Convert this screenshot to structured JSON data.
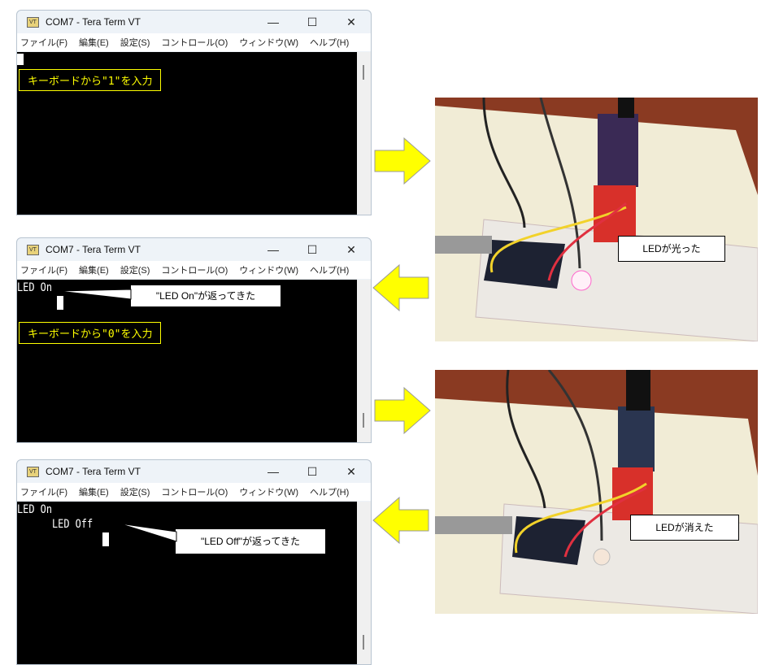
{
  "window": {
    "title": "COM7 - Tera Term VT",
    "icon_label": "VT",
    "buttons": {
      "minimize": "—",
      "maximize": "☐",
      "close": "✕"
    },
    "menu": [
      "ファイル(F)",
      "編集(E)",
      "設定(S)",
      "コントロール(O)",
      "ウィンドウ(W)",
      "ヘルプ(H)"
    ]
  },
  "panels": [
    {
      "lines": [],
      "note": "キーボードから\"1\"を入力"
    },
    {
      "lines": [
        "LED On"
      ],
      "note": "キーボードから\"0\"を入力",
      "callout": "\"LED On\"が返ってきた"
    },
    {
      "lines": [
        "LED On",
        "      LED Off"
      ],
      "callout": "\"LED Off\"が返ってきた"
    }
  ],
  "photos": [
    {
      "callout": "LEDが光った",
      "led_on": true
    },
    {
      "callout": "LEDが消えた",
      "led_on": false
    }
  ],
  "colors": {
    "arrow": "#ffff00",
    "note": "#ffff00"
  }
}
